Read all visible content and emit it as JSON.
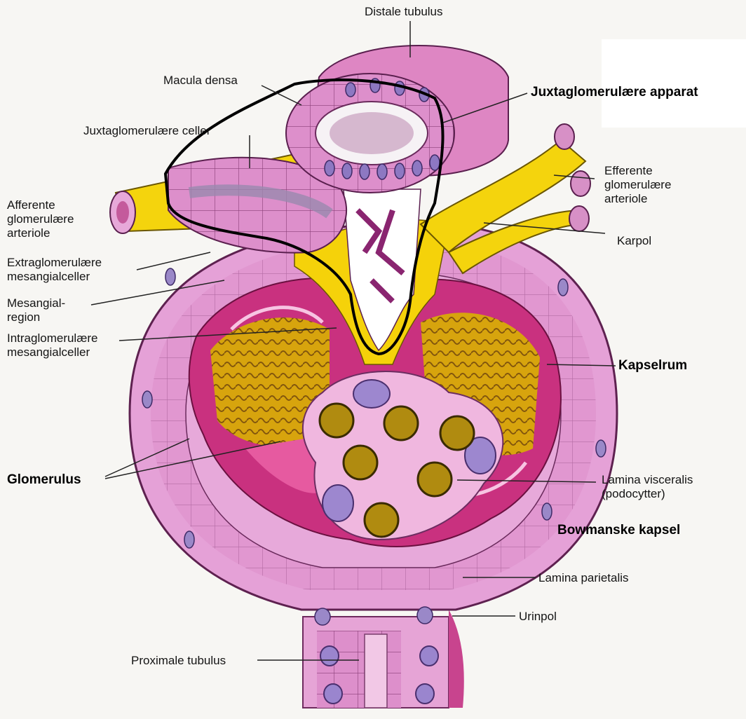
{
  "labels": {
    "distale_tubulus": "Distale tubulus",
    "macula_densa": "Macula densa",
    "juxtaglomerulaere_celler": "Juxtaglomerulære celler",
    "juxtaglomerulaere_apparat": "Juxtaglomerulære apparat",
    "efferente_arteriole": "Efferente\nglomerulære\narteriole",
    "afferente_arteriole": "Afferente\nglomerulære\narteriole",
    "karpol": "Karpol",
    "extraglomerulaere": "Extraglomerulære\nmesangialceller",
    "mesangialregion": "Mesangial-\nregion",
    "intraglomerulaere": "Intraglomerulære\nmesangialceller",
    "kapselrum": "Kapselrum",
    "glomerulus": "Glomerulus",
    "lamina_visceralis": "Lamina visceralis\n(podocytter)",
    "bowmanske_kapsel": "Bowmanske kapsel",
    "lamina_parietalis": "Lamina parietalis",
    "urinpol": "Urinpol",
    "proximale_tubulus": "Proximale tubulus"
  },
  "colors": {
    "capsule_pink": "#dc86c6",
    "capsule_light": "#e9a8da",
    "capillary_magenta": "#c62a82",
    "mesangium_yellow": "#f5d40c",
    "outline_black": "#000000",
    "nucleus_purple": "#8d78c2"
  }
}
